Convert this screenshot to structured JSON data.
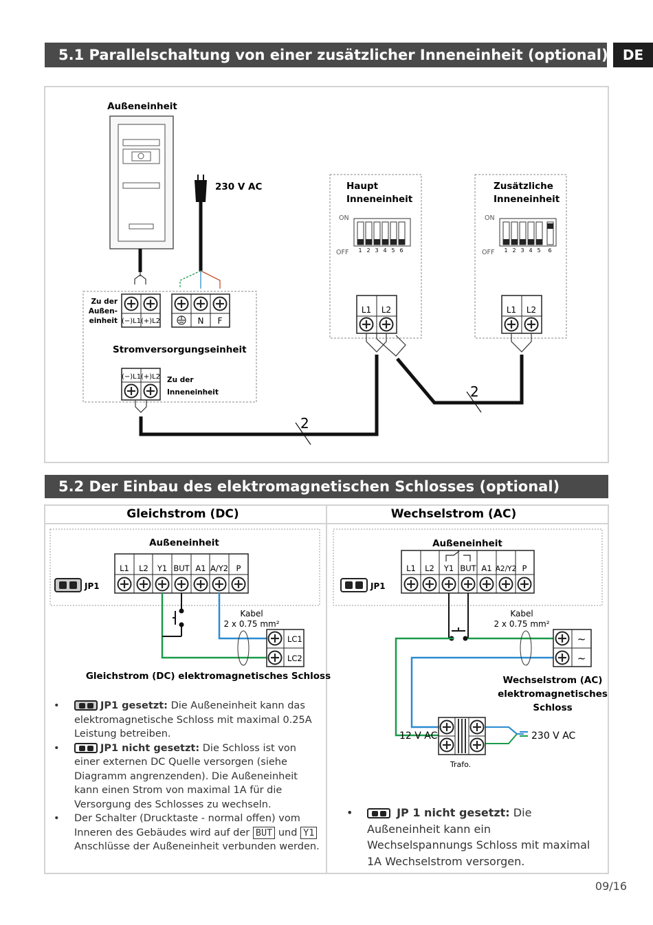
{
  "lang_tab": "DE",
  "section1": {
    "title": "5.1 Parallelschaltung von einer zusätzlicher Inneneinheit (optional)",
    "outdoor_label": "Außeneinheit",
    "power_label": "230 V AC",
    "main_indoor": [
      "Haupt",
      "Inneneinheit"
    ],
    "extra_indoor": [
      "Zusätzliche",
      "Inneneinheit"
    ],
    "dip_on": "ON",
    "dip_off": "OFF",
    "dip_numbers": [
      "1",
      "2",
      "3",
      "4",
      "5",
      "6"
    ],
    "to_outdoor": [
      "Zu der",
      "Außen-",
      "einheit"
    ],
    "psu_terminals_top": [
      "(−)L1",
      "(+)L2"
    ],
    "psu_power_terminals": [
      "N",
      "F"
    ],
    "psu_label": "Stromversorgungseinheit",
    "to_indoor": [
      "Zu der",
      "Inneneinheit"
    ],
    "indoor_terminals": [
      "L1",
      "L2"
    ],
    "wire_count": "2"
  },
  "section2": {
    "title": "5.2  Der Einbau des elektromagnetischen Schlosses (optional)",
    "dc": {
      "heading": "Gleichstrom  (DC)",
      "outdoor_label": "Außeneinheit",
      "terminals": [
        "L1",
        "L2",
        "Y1",
        "BUT",
        "A1",
        "A/Y2",
        "P"
      ],
      "jp_label": "JP1",
      "cable_label": [
        "Kabel",
        "2 x 0.75 mm²"
      ],
      "lock_terminals": [
        "LC1",
        "LC2"
      ],
      "caption": "Gleichstrom (DC) elektromagnetisches Schloss",
      "bullets": [
        {
          "bold": "JP1 gesetzt:",
          "text": "Die Außeneinheit kann das elektromagnetische Schloss mit maximal 0.25A Leistung betreiben."
        },
        {
          "bold": "JP1 nicht gesetzt:",
          "text": " Die Schloss ist von einer externen DC Quelle versorgen (siehe Diagramm angrenzenden).  Die Außeneinheit kann einen Strom von maximal 1A für die Versorgung des Schlosses zu wechseln."
        },
        {
          "pre": "Der Schalter  (Drucktaste - normal offen) vom Inneren des Gebäudes wird auf der",
          "t1": "BUT",
          "mid": "und",
          "t2": "Y1",
          "post": "Anschlüsse der Außeneinheit verbunden werden."
        }
      ]
    },
    "ac": {
      "heading": "Wechselstrom (AC)",
      "outdoor_label": "Außeneinheit",
      "terminals": [
        "L1",
        "L2",
        "Y1",
        "BUT",
        "A1",
        "A2/Y2",
        "P"
      ],
      "jp_label": "JP1",
      "cable_label": [
        "Kabel",
        "2 x 0.75 mm²"
      ],
      "lock_terminals": [
        "~",
        "~"
      ],
      "caption": [
        "Wechselstrom (AC)",
        "elektromagnetisches",
        "Schloss"
      ],
      "trafo_in": "12 V AC",
      "trafo_out": "230 V AC",
      "trafo_label": "Trafo.",
      "bullet": {
        "bold": "JP 1 nicht gesetzt:",
        "text": "Die Außeneinheit kann ein Wechselspannungs Schloss mit maximal 1A Wechselstrom versorgen."
      }
    }
  },
  "page_number": "09/16",
  "colors": {
    "header_bg": "#4a4a4a",
    "wire_green": "#1a9a4a",
    "wire_blue": "#2a8bd0",
    "wire_black": "#1a1a1a"
  }
}
